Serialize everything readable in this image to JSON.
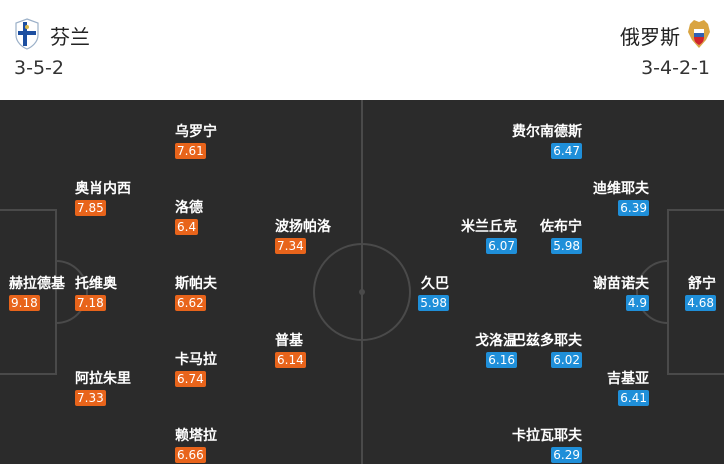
{
  "home": {
    "name": "芬兰",
    "formation": "3-5-2",
    "rating_color": "#e8641b",
    "crest": "finland-crest-icon",
    "players": [
      {
        "name": "赫拉德基",
        "rating": "9.18"
      },
      {
        "name": "奥肖内西",
        "rating": "7.85"
      },
      {
        "name": "托维奥",
        "rating": "7.18"
      },
      {
        "name": "阿拉朱里",
        "rating": "7.33"
      },
      {
        "name": "乌罗宁",
        "rating": "7.61"
      },
      {
        "name": "洛德",
        "rating": "6.4"
      },
      {
        "name": "斯帕夫",
        "rating": "6.62"
      },
      {
        "name": "卡马拉",
        "rating": "6.74"
      },
      {
        "name": "赖塔拉",
        "rating": "6.66"
      },
      {
        "name": "波扬帕洛",
        "rating": "7.34"
      },
      {
        "name": "普基",
        "rating": "6.14"
      }
    ]
  },
  "away": {
    "name": "俄罗斯",
    "formation": "3-4-2-1",
    "rating_color": "#1f8fd9",
    "crest": "russia-crest-icon",
    "players": [
      {
        "name": "舒宁",
        "rating": "4.68"
      },
      {
        "name": "迪维耶夫",
        "rating": "6.39"
      },
      {
        "name": "谢苗诺夫",
        "rating": "4.9"
      },
      {
        "name": "吉基亚",
        "rating": "6.41"
      },
      {
        "name": "费尔南德斯",
        "rating": "6.47"
      },
      {
        "name": "佐布宁",
        "rating": "5.98"
      },
      {
        "name": "巴兹多耶夫",
        "rating": "6.02"
      },
      {
        "name": "卡拉瓦耶夫",
        "rating": "6.29"
      },
      {
        "name": "米兰丘克",
        "rating": "6.07"
      },
      {
        "name": "戈洛温",
        "rating": "6.16"
      },
      {
        "name": "久巴",
        "rating": "5.98"
      }
    ]
  }
}
